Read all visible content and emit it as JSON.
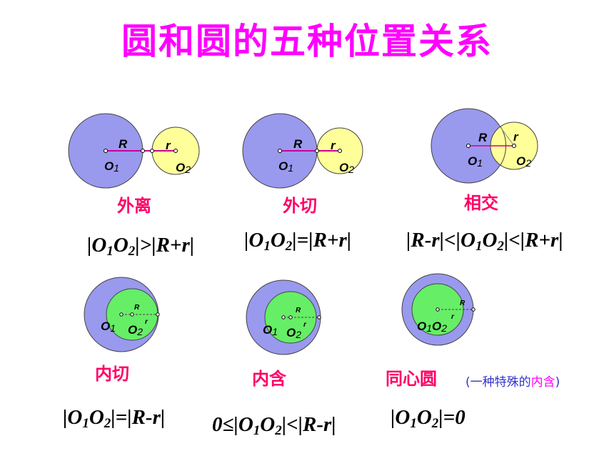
{
  "title": "圆和圆的五种位置关系",
  "colors": {
    "title": "#ff00ff",
    "label": "#ff0066",
    "big_circle": "#9999ee",
    "small_yellow": "#ffff99",
    "small_green": "#66ee66",
    "note": "#3333cc",
    "note_highlight": "#ff00ff"
  },
  "points": {
    "o": "O",
    "one": "1",
    "two": "2",
    "R": "R",
    "r": "r"
  },
  "cases": [
    {
      "label": "外离",
      "formula": {
        "pre": "|",
        "o1": "O",
        "s1": "1",
        "o2": "O",
        "s2": "2",
        "post": "|>|R+r|"
      }
    },
    {
      "label": "外切",
      "formula": {
        "pre": "|",
        "o1": "O",
        "s1": "1",
        "o2": "O",
        "s2": "2",
        "post": "|=|R+r|"
      }
    },
    {
      "label": "相交",
      "formula": {
        "pre": "|R-r|<|",
        "o1": "O",
        "s1": "1",
        "o2": "O",
        "s2": "2",
        "post": "|<|R+r|"
      }
    },
    {
      "label": "内切",
      "formula": {
        "pre": "|",
        "o1": "O",
        "s1": "1",
        "o2": "O",
        "s2": "2",
        "post": "|=|R-r|"
      }
    },
    {
      "label": "内含",
      "formula": {
        "pre": "0≤|",
        "o1": "O",
        "s1": "1",
        "o2": "O",
        "s2": "2",
        "post": "|<|R-r|"
      }
    },
    {
      "label": "同心圆",
      "formula": {
        "pre": "|",
        "o1": "O",
        "s1": "1",
        "o2": "O",
        "s2": "2",
        "post": "|=0"
      }
    }
  ],
  "note": {
    "open": "(一种特殊的",
    "highlight": "内含",
    "close": ")"
  }
}
